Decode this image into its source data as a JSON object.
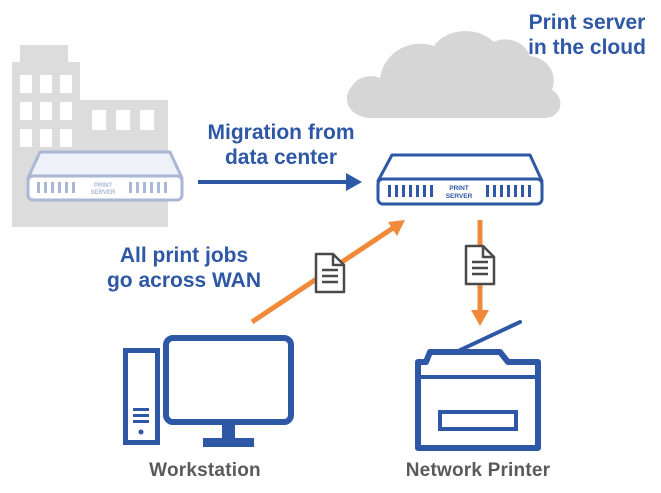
{
  "cloud_label": {
    "line1": "Print server",
    "line2": "in the cloud"
  },
  "migration_label": {
    "line1": "Migration from",
    "line2": "data center"
  },
  "wan_label": {
    "line1": "All print jobs",
    "line2": "go across WAN"
  },
  "server_badge": {
    "line1": "PRINT",
    "line2": "SERVER"
  },
  "workstation_label": "Workstation",
  "printer_label": "Network Printer",
  "colors": {
    "brand_blue": "#2e57a6",
    "arrow_orange": "#f08a3a",
    "cloud_gray": "#d6d6d6",
    "building_gray": "#dcdcdc",
    "faded_server": "#aab8d6",
    "label_gray": "#5a5a5a"
  },
  "icons": [
    "building-icon",
    "cloud-icon",
    "print-server-icon",
    "document-icon",
    "workstation-icon",
    "printer-icon"
  ]
}
